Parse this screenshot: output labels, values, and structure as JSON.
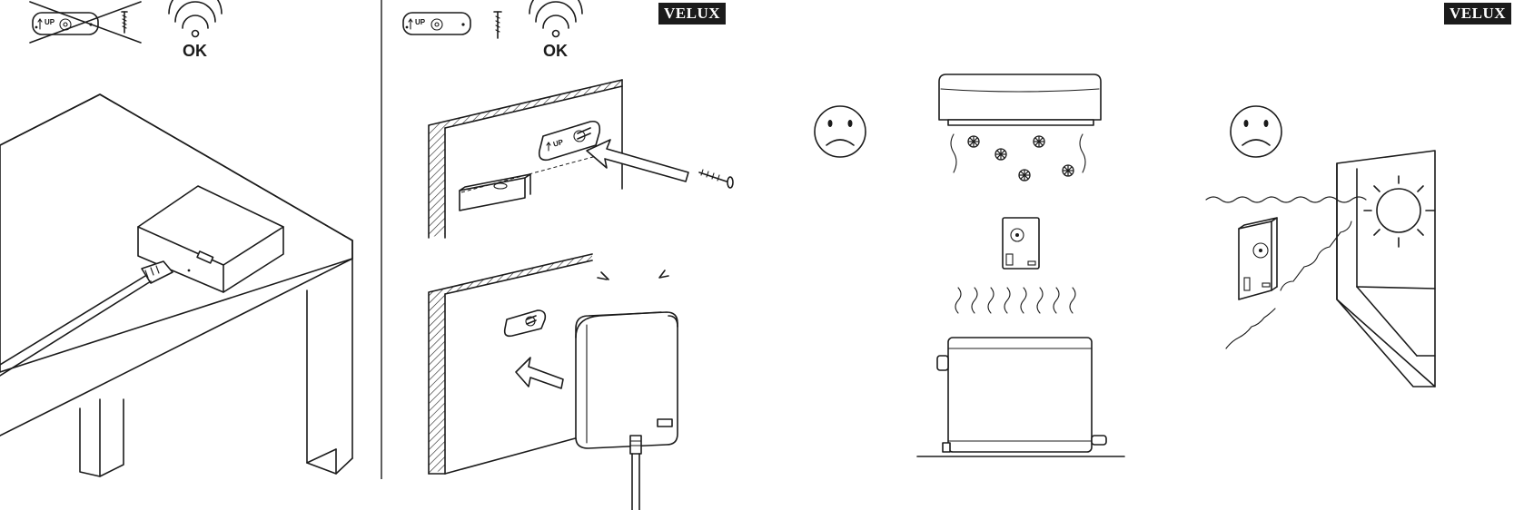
{
  "brand": {
    "name": "VELUX"
  },
  "panels": [
    {
      "id": "table-placement",
      "ok_label": "OK",
      "hub_label": "UP"
    },
    {
      "id": "wall-mount",
      "ok_label": "OK",
      "hub_label": "UP"
    },
    {
      "id": "avoid-temperature-sources"
    },
    {
      "id": "avoid-direct-sunlight"
    }
  ],
  "icons": {
    "wifi": "wifi-signal-icon",
    "screw": "screw-icon",
    "sad_face": "sad-face-icon",
    "snowflake": "snowflake-icon",
    "sun": "sun-icon"
  },
  "colors": {
    "ink": "#1b1b1b",
    "background": "#ffffff"
  }
}
